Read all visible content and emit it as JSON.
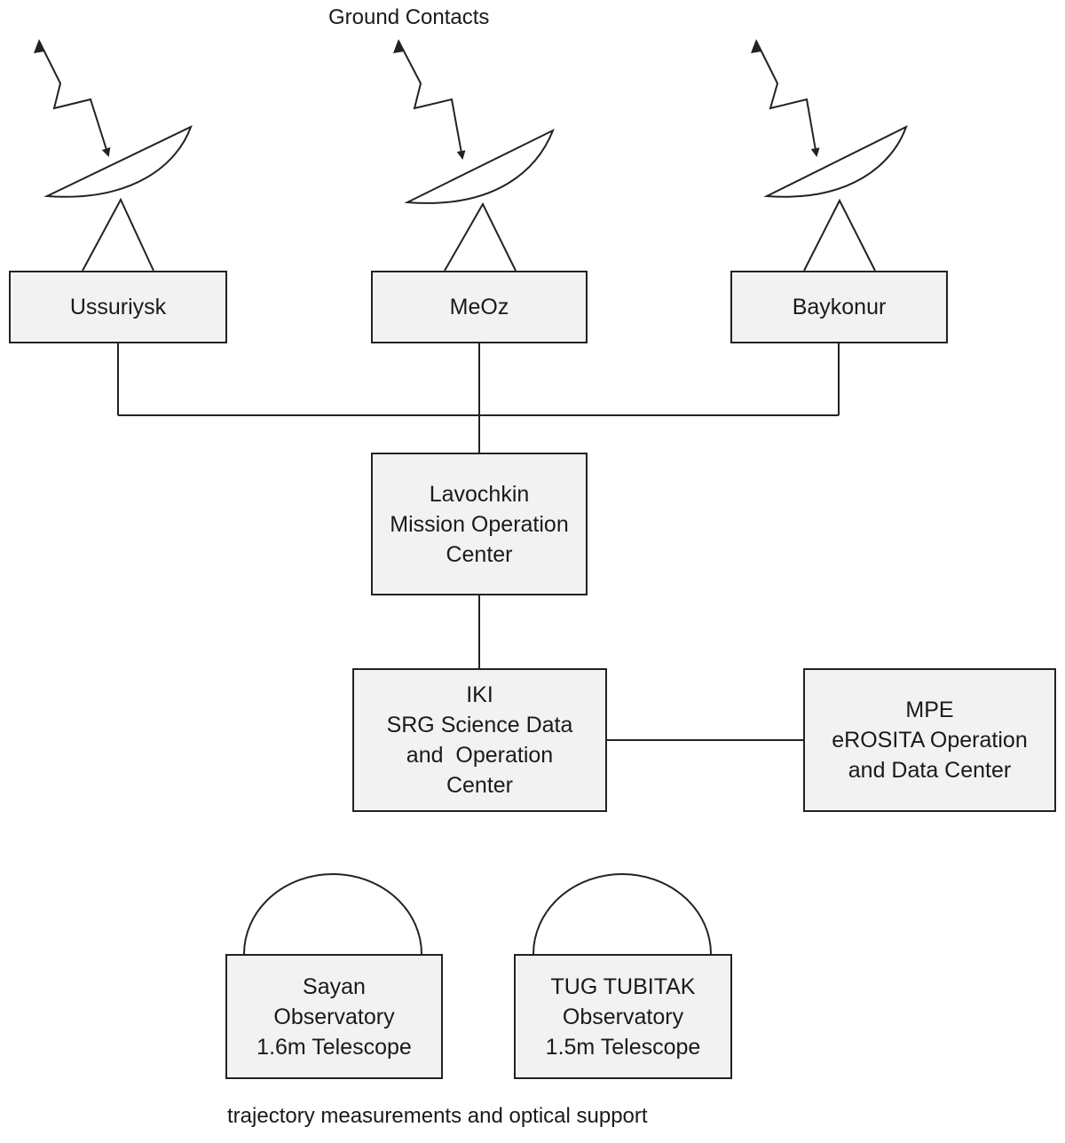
{
  "title": "Ground Contacts",
  "stations": [
    {
      "id": "ussuriysk",
      "label": "Ussuriysk"
    },
    {
      "id": "meoz",
      "label": "MeOz"
    },
    {
      "id": "baykonur",
      "label": "Baykonur"
    }
  ],
  "lavochkin": {
    "lines": [
      "Lavochkin",
      "Mission Operation",
      "Center"
    ]
  },
  "iki": {
    "lines": [
      "IKI",
      "SRG Science Data",
      "and  Operation",
      "Center"
    ]
  },
  "mpe": {
    "lines": [
      "MPE",
      "eROSITA Operation",
      "and Data Center"
    ]
  },
  "observatories": [
    {
      "id": "sayan",
      "lines": [
        "Sayan",
        "Observatory",
        "1.6m Telescope"
      ]
    },
    {
      "id": "tug",
      "lines": [
        "TUG TUBITAK",
        "Observatory",
        "1.5m Telescope"
      ]
    }
  ],
  "footer": "trajectory measurements and optical support",
  "colors": {
    "box_fill": "#f2f2f2",
    "stroke": "#222222",
    "text": "#1a1a1a"
  }
}
